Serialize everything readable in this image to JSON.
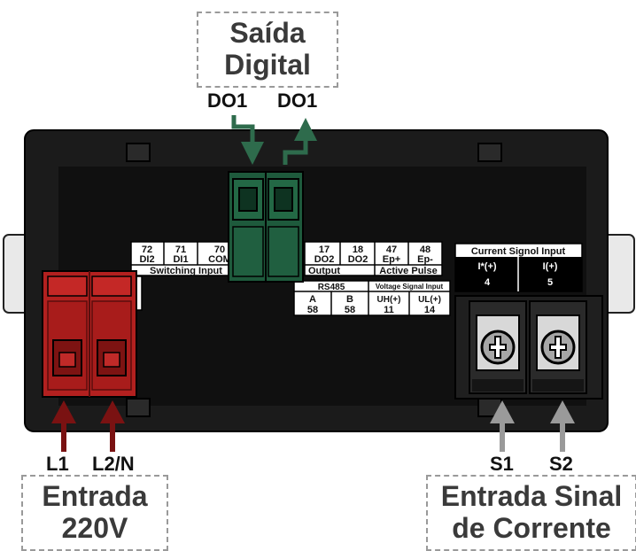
{
  "callouts": {
    "digital_output": {
      "line1": "Saída",
      "line2": "Digital"
    },
    "power_input": {
      "line1": "Entrada",
      "line2": "220V"
    },
    "current_input": {
      "line1": "Entrada Sinal",
      "line2": "de Corrente"
    }
  },
  "terminal_labels": {
    "do1_left": "DO1",
    "do1_right": "DO1",
    "l1": "L1",
    "l2n": "L2/N",
    "s1": "S1",
    "s2": "S2"
  },
  "panel_label": {
    "switching": {
      "cells": [
        {
          "num": "72",
          "name": "DI2"
        },
        {
          "num": "71",
          "name": "DI1"
        },
        {
          "num": "70",
          "name": "COM"
        }
      ],
      "footer": "Switching Input"
    },
    "output": {
      "cells": [
        {
          "num": "17",
          "name": "DO2"
        },
        {
          "num": "18",
          "name": "DO2"
        }
      ],
      "footer": "Output"
    },
    "active_pulse": {
      "cells": [
        {
          "num": "47",
          "name": "Ep+"
        },
        {
          "num": "48",
          "name": "Ep-"
        }
      ],
      "footer": "Active Pulse"
    },
    "rs485": {
      "header": "RS485",
      "cells": [
        {
          "name": "A",
          "num": "58"
        },
        {
          "name": "B",
          "num": "58"
        }
      ]
    },
    "voltage": {
      "header": "Voltage Signal Input",
      "cells": [
        {
          "name": "UH(+)",
          "num": "11"
        },
        {
          "name": "UL(+)",
          "num": "14"
        }
      ]
    },
    "current": {
      "header": "Current Signol Input",
      "cells": [
        {
          "name": "I*(+)",
          "num": "4"
        },
        {
          "name": "I(+)",
          "num": "5"
        }
      ]
    }
  },
  "colors": {
    "body": "#1b1b1b",
    "panel": "#101010",
    "power_connector": "#b3201f",
    "digital_connector": "#1e5a3c",
    "arrow_red": "#7a1212",
    "arrow_green": "#2e6b4c",
    "arrow_grey": "#9a9a9a",
    "callout_border": "#9a9a9a",
    "callout_text": "#3a3a3a"
  }
}
